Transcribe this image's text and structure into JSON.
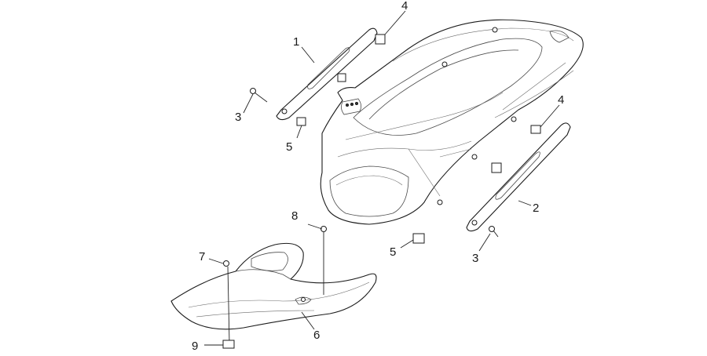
{
  "callouts": [
    {
      "id": "c1",
      "label": "1"
    },
    {
      "id": "c2",
      "label": "2"
    },
    {
      "id": "c3a",
      "label": "3"
    },
    {
      "id": "c3b",
      "label": "3"
    },
    {
      "id": "c4a",
      "label": "4"
    },
    {
      "id": "c4b",
      "label": "4"
    },
    {
      "id": "c5a",
      "label": "5"
    },
    {
      "id": "c5b",
      "label": "5"
    },
    {
      "id": "c6",
      "label": "6"
    },
    {
      "id": "c7",
      "label": "7"
    },
    {
      "id": "c8",
      "label": "8"
    },
    {
      "id": "c9",
      "label": "9"
    }
  ],
  "colors": {
    "line": "#1c1c1c",
    "background": "#ffffff"
  }
}
